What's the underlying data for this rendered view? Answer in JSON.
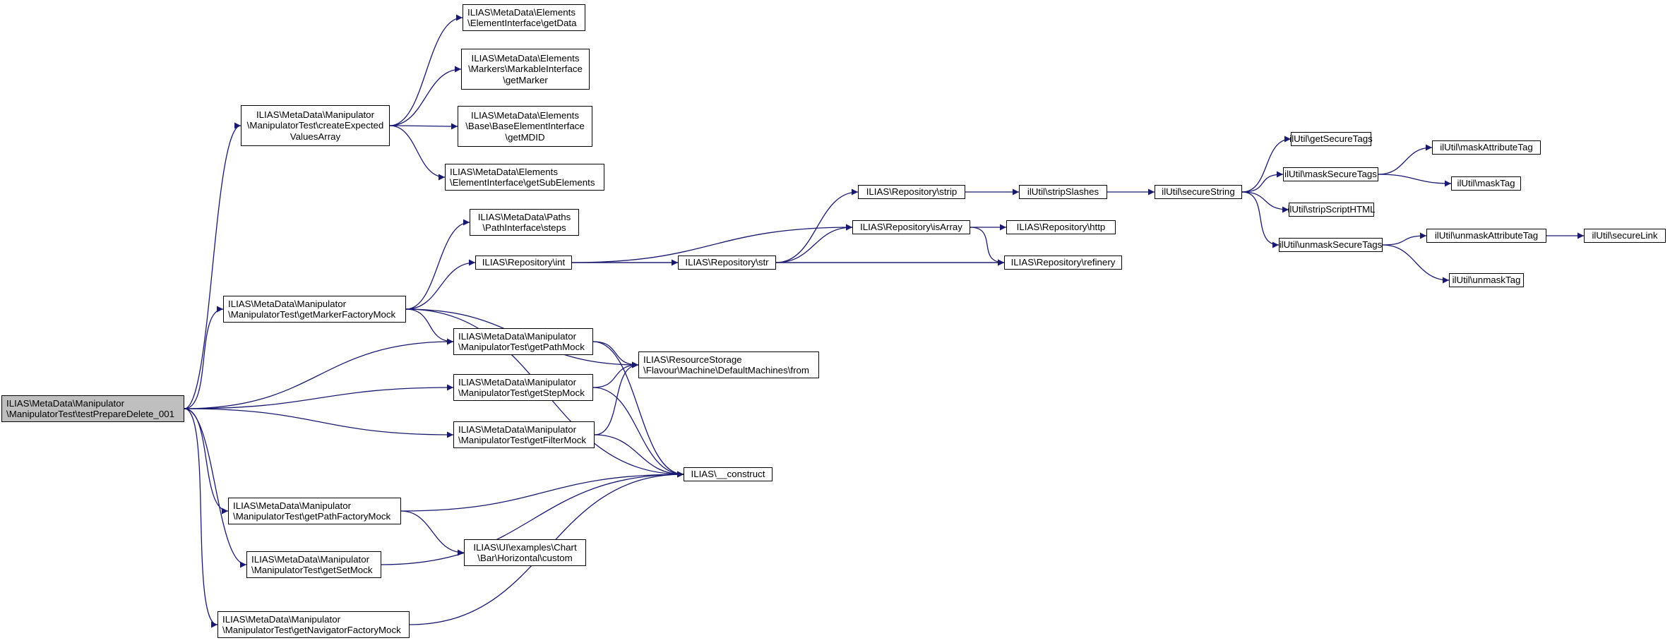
{
  "diagram": {
    "type": "call-graph",
    "edge_color": "#191970",
    "root_fill": "#bfbfbf",
    "nodes": [
      {
        "id": "root",
        "lines": [
          "ILIAS\\MetaData\\Manipulator",
          "\\ManipulatorTest\\testPrepareDelete_001"
        ],
        "root": true,
        "align": "left"
      },
      {
        "id": "createExpected",
        "lines": [
          "ILIAS\\MetaData\\Manipulator",
          "\\ManipulatorTest\\createExpected",
          "ValuesArray"
        ],
        "align": "center"
      },
      {
        "id": "getData",
        "lines": [
          "ILIAS\\MetaData\\Elements",
          "\\ElementInterface\\getData"
        ],
        "align": "left"
      },
      {
        "id": "getMarker",
        "lines": [
          "ILIAS\\MetaData\\Elements",
          "\\Markers\\MarkableInterface",
          "\\getMarker"
        ],
        "align": "center"
      },
      {
        "id": "getMDID",
        "lines": [
          "ILIAS\\MetaData\\Elements",
          "\\Base\\BaseElementInterface",
          "\\getMDID"
        ],
        "align": "center"
      },
      {
        "id": "getSubElements",
        "lines": [
          "ILIAS\\MetaData\\Elements",
          "\\ElementInterface\\getSubElements"
        ],
        "align": "left"
      },
      {
        "id": "steps",
        "lines": [
          "ILIAS\\MetaData\\Paths",
          "\\PathInterface\\steps"
        ],
        "align": "center"
      },
      {
        "id": "getMarkerFactoryMock",
        "lines": [
          "ILIAS\\MetaData\\Manipulator",
          "\\ManipulatorTest\\getMarkerFactoryMock"
        ],
        "align": "left"
      },
      {
        "id": "repoInt",
        "lines": [
          "ILIAS\\Repository\\int"
        ],
        "align": "center"
      },
      {
        "id": "repoStr",
        "lines": [
          "ILIAS\\Repository\\str"
        ],
        "align": "center"
      },
      {
        "id": "repoStrip",
        "lines": [
          "ILIAS\\Repository\\strip"
        ],
        "align": "center"
      },
      {
        "id": "repoIsArray",
        "lines": [
          "ILIAS\\Repository\\isArray"
        ],
        "align": "center"
      },
      {
        "id": "repoHttp",
        "lines": [
          "ILIAS\\Repository\\http"
        ],
        "align": "center"
      },
      {
        "id": "repoRefinery",
        "lines": [
          "ILIAS\\Repository\\refinery"
        ],
        "align": "center"
      },
      {
        "id": "stripSlashes",
        "lines": [
          "ilUtil\\stripSlashes"
        ],
        "align": "center"
      },
      {
        "id": "secureString",
        "lines": [
          "ilUtil\\secureString"
        ],
        "align": "center"
      },
      {
        "id": "getSecureTags",
        "lines": [
          "ilUtil\\getSecureTags"
        ],
        "align": "center"
      },
      {
        "id": "maskSecureTags",
        "lines": [
          "ilUtil\\maskSecureTags"
        ],
        "align": "center"
      },
      {
        "id": "stripScriptHTML",
        "lines": [
          "ilUtil\\stripScriptHTML"
        ],
        "align": "center"
      },
      {
        "id": "unmaskSecureTags",
        "lines": [
          "ilUtil\\unmaskSecureTags"
        ],
        "align": "center"
      },
      {
        "id": "maskAttributeTag",
        "lines": [
          "ilUtil\\maskAttributeTag"
        ],
        "align": "center"
      },
      {
        "id": "maskTag",
        "lines": [
          "ilUtil\\maskTag"
        ],
        "align": "center"
      },
      {
        "id": "unmaskAttributeTag",
        "lines": [
          "ilUtil\\unmaskAttributeTag"
        ],
        "align": "center"
      },
      {
        "id": "unmaskTag",
        "lines": [
          "ilUtil\\unmaskTag"
        ],
        "align": "center"
      },
      {
        "id": "secureLink",
        "lines": [
          "ilUtil\\secureLink"
        ],
        "align": "center"
      },
      {
        "id": "getPathMock",
        "lines": [
          "ILIAS\\MetaData\\Manipulator",
          "\\ManipulatorTest\\getPathMock"
        ],
        "align": "left"
      },
      {
        "id": "getStepMock",
        "lines": [
          "ILIAS\\MetaData\\Manipulator",
          "\\ManipulatorTest\\getStepMock"
        ],
        "align": "left"
      },
      {
        "id": "getFilterMock",
        "lines": [
          "ILIAS\\MetaData\\Manipulator",
          "\\ManipulatorTest\\getFilterMock"
        ],
        "align": "left"
      },
      {
        "id": "from",
        "lines": [
          "ILIAS\\ResourceStorage",
          "\\Flavour\\Machine\\DefaultMachines\\from"
        ],
        "align": "left"
      },
      {
        "id": "construct",
        "lines": [
          "ILIAS\\__construct"
        ],
        "align": "center"
      },
      {
        "id": "getPathFactoryMock",
        "lines": [
          "ILIAS\\MetaData\\Manipulator",
          "\\ManipulatorTest\\getPathFactoryMock"
        ],
        "align": "left"
      },
      {
        "id": "custom",
        "lines": [
          "ILIAS\\UI\\examples\\Chart",
          "\\Bar\\Horizontal\\custom"
        ],
        "align": "center"
      },
      {
        "id": "getSetMock",
        "lines": [
          "ILIAS\\MetaData\\Manipulator",
          "\\ManipulatorTest\\getSetMock"
        ],
        "align": "left"
      },
      {
        "id": "getNavigatorFactoryMock",
        "lines": [
          "ILIAS\\MetaData\\Manipulator",
          "\\ManipulatorTest\\getNavigatorFactoryMock"
        ],
        "align": "left"
      }
    ],
    "edges": [
      [
        "root",
        "createExpected"
      ],
      [
        "root",
        "getMarkerFactoryMock"
      ],
      [
        "root",
        "getPathMock"
      ],
      [
        "root",
        "getStepMock"
      ],
      [
        "root",
        "getFilterMock"
      ],
      [
        "root",
        "getPathFactoryMock"
      ],
      [
        "root",
        "getSetMock"
      ],
      [
        "root",
        "getNavigatorFactoryMock"
      ],
      [
        "createExpected",
        "getData"
      ],
      [
        "createExpected",
        "getMarker"
      ],
      [
        "createExpected",
        "getMDID"
      ],
      [
        "createExpected",
        "getSubElements"
      ],
      [
        "getMarkerFactoryMock",
        "steps"
      ],
      [
        "getMarkerFactoryMock",
        "repoInt"
      ],
      [
        "getMarkerFactoryMock",
        "getPathMock"
      ],
      [
        "getMarkerFactoryMock",
        "from"
      ],
      [
        "getMarkerFactoryMock",
        "construct"
      ],
      [
        "repoInt",
        "repoStr"
      ],
      [
        "repoInt",
        "repoIsArray"
      ],
      [
        "repoInt",
        "repoRefinery"
      ],
      [
        "repoStr",
        "repoStrip"
      ],
      [
        "repoStr",
        "repoIsArray"
      ],
      [
        "repoStr",
        "repoRefinery"
      ],
      [
        "repoStrip",
        "stripSlashes"
      ],
      [
        "repoIsArray",
        "repoHttp"
      ],
      [
        "repoIsArray",
        "repoRefinery"
      ],
      [
        "stripSlashes",
        "secureString"
      ],
      [
        "secureString",
        "getSecureTags"
      ],
      [
        "secureString",
        "maskSecureTags"
      ],
      [
        "secureString",
        "stripScriptHTML"
      ],
      [
        "secureString",
        "unmaskSecureTags"
      ],
      [
        "maskSecureTags",
        "maskAttributeTag"
      ],
      [
        "maskSecureTags",
        "maskTag"
      ],
      [
        "unmaskSecureTags",
        "unmaskAttributeTag"
      ],
      [
        "unmaskSecureTags",
        "unmaskTag"
      ],
      [
        "unmaskAttributeTag",
        "secureLink"
      ],
      [
        "getPathMock",
        "from"
      ],
      [
        "getPathMock",
        "construct"
      ],
      [
        "getStepMock",
        "from"
      ],
      [
        "getStepMock",
        "construct"
      ],
      [
        "getFilterMock",
        "from"
      ],
      [
        "getFilterMock",
        "construct"
      ],
      [
        "getPathFactoryMock",
        "construct"
      ],
      [
        "getPathFactoryMock",
        "custom"
      ],
      [
        "getSetMock",
        "construct"
      ],
      [
        "getNavigatorFactoryMock",
        "construct"
      ]
    ]
  }
}
